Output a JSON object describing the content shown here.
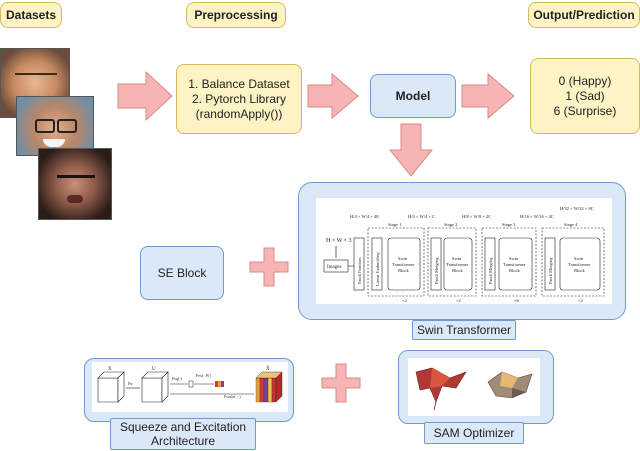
{
  "headers": {
    "datasets": "Datasets",
    "preprocessing": "Preprocessing",
    "output": "Output/Prediction"
  },
  "preprocessing_box": {
    "line1": "1. Balance Dataset",
    "line2": "2. Pytorch Library",
    "line3": "(randomApply())"
  },
  "model_box": {
    "label": "Model"
  },
  "output_box": {
    "line1": "0 (Happy)",
    "line2": "1 (Sad)",
    "line3": "6 (Surprise)"
  },
  "se_block": {
    "label": "SE Block"
  },
  "swin": {
    "caption": "Swin Transformer",
    "input_dim": "H × W × 3",
    "images": "Images",
    "partition": "Patch Partition",
    "embedding": "Linear Embedding",
    "merging": "Patch Merging",
    "block": [
      "Swin",
      "Transformer",
      "Block"
    ],
    "stages": [
      "Stage 1",
      "Stage 2",
      "Stage 3",
      "Stage 4"
    ],
    "dims": [
      "H/4 × W/4 × 48",
      "H/4 × W/4 × C",
      "H/8 × W/8 × 2C",
      "H/16 × W/16 × 4C",
      "H/32 × W/32 × 8C"
    ],
    "repeats": [
      "×2",
      "×2",
      "×6",
      "×2"
    ]
  },
  "se_arch": {
    "caption_line1": "Squeeze and Excitation",
    "caption_line2": "Architecture",
    "x_label": "X",
    "x_tilde": "X̃",
    "u_label": "U",
    "ftr": "Ftr",
    "fsq": "Fsq(·)",
    "fex": "Fex(·,W)",
    "fscale": "Fscale(·,·)"
  },
  "sam": {
    "caption": "SAM Optimizer"
  },
  "colors": {
    "yellow_fill": "#fdf3c4",
    "blue_fill": "#dbe8f7",
    "arrow_fill": "#f6b4b4",
    "arrow_stroke": "#d98a8a"
  }
}
